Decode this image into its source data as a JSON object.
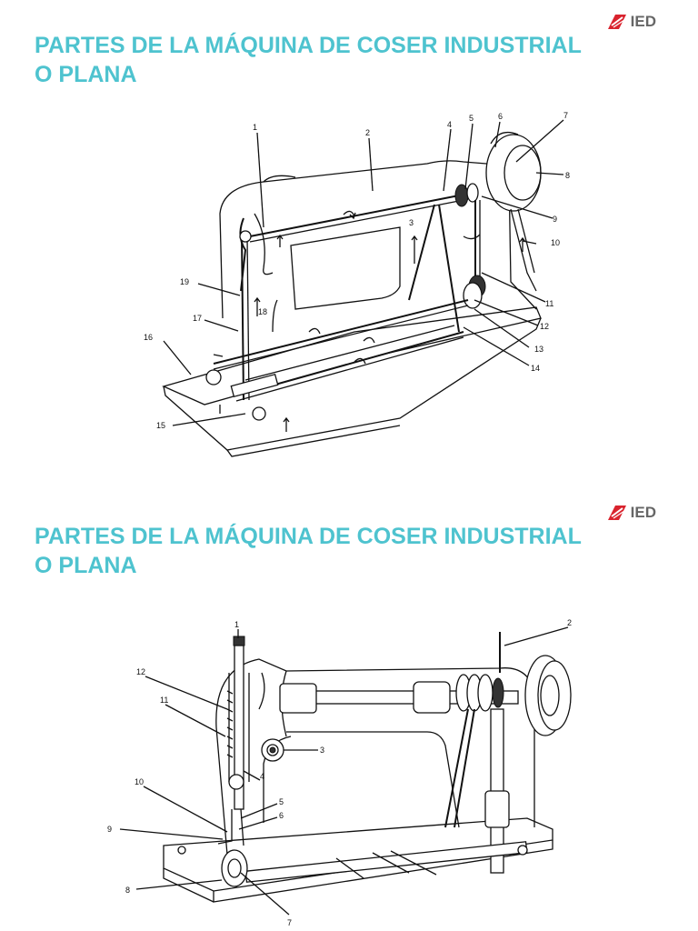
{
  "slides": [
    {
      "title_line1": "PARTES DE LA MÁQUINA DE COSER INDUSTRIAL",
      "title_line2": "O PLANA",
      "logo_text": "IED",
      "labels": [
        "1",
        "2",
        "3",
        "4",
        "5",
        "6",
        "7",
        "8",
        "9",
        "10",
        "11",
        "12",
        "13",
        "14",
        "15",
        "16",
        "17",
        "18",
        "19"
      ]
    },
    {
      "title_line1": "PARTES DE LA MÁQUINA DE COSER INDUSTRIAL",
      "title_line2": "O PLANA",
      "logo_text": "IED",
      "labels": [
        "1",
        "2",
        "3",
        "4",
        "5",
        "6",
        "7",
        "8",
        "9",
        "10",
        "11",
        "12"
      ]
    }
  ],
  "colors": {
    "title": "#4ec3cf",
    "logo_red": "#d9232e",
    "logo_gray": "#666666"
  }
}
